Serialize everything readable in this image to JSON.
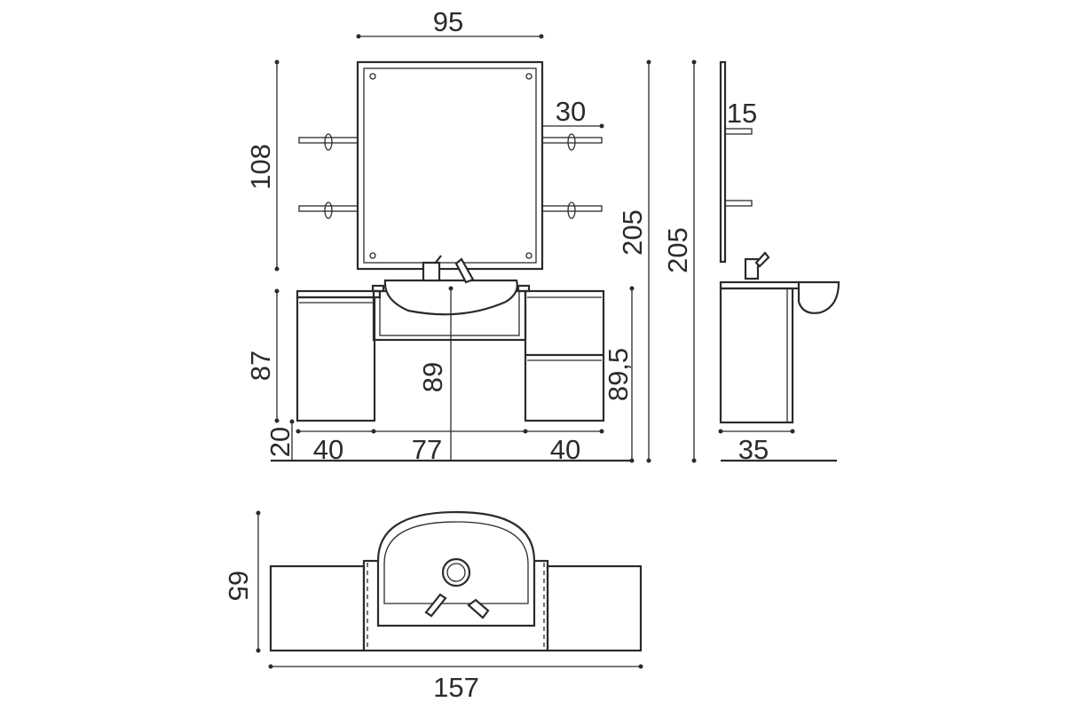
{
  "drawing": {
    "front_view": {
      "mirror_width": "95",
      "mirror_height": "108",
      "shelf_depth": "30",
      "total_height": "205",
      "cabinet_height": "87",
      "floor_clearance": "20",
      "basin_height": "89",
      "counter_height": "89,5",
      "left_cabinet_width": "40",
      "center_width": "77",
      "right_cabinet_width": "40"
    },
    "side_view": {
      "shelf_depth": "15",
      "total_height": "205",
      "cabinet_depth": "35"
    },
    "top_view": {
      "depth": "65",
      "total_width": "157"
    }
  }
}
